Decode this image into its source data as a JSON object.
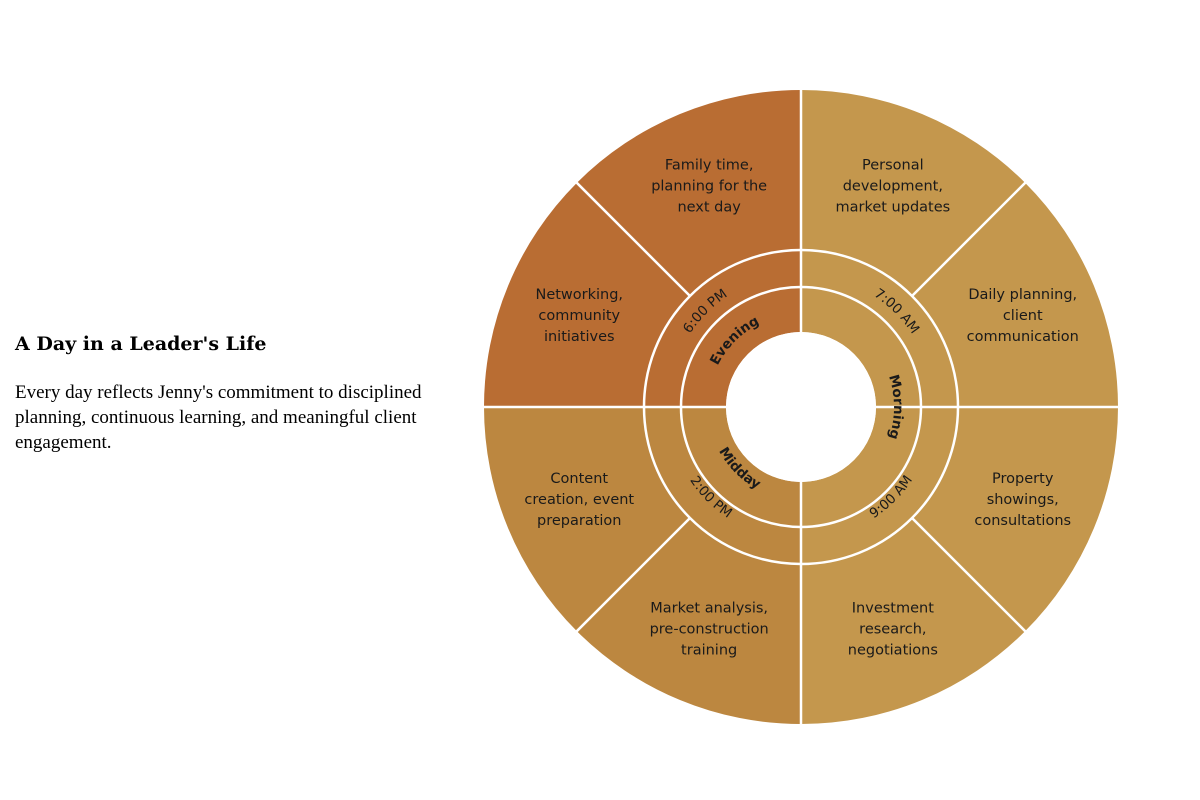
{
  "intro": {
    "title": "A Day in a Leader's Life",
    "description": "Every day reflects Jenny's commitment to disciplined planning, continuous learning, and meaningful client engagement."
  },
  "colors": {
    "morning": "#c4974d",
    "midday": "#bc8740",
    "evening": "#b96d33",
    "divider": "#ffffff",
    "text": "#1a1a1a"
  },
  "activities": [
    {
      "period": "morning",
      "lines": [
        "Personal",
        "development,",
        "market updates"
      ]
    },
    {
      "period": "morning",
      "lines": [
        "Daily planning,",
        "client",
        "communication"
      ]
    },
    {
      "period": "morning",
      "lines": [
        "Property",
        "showings,",
        "consultations"
      ]
    },
    {
      "period": "morning",
      "lines": [
        "Investment",
        "research,",
        "negotiations"
      ]
    },
    {
      "period": "midday",
      "lines": [
        "Market analysis,",
        "pre-construction",
        "training"
      ]
    },
    {
      "period": "midday",
      "lines": [
        "Content",
        "creation, event",
        "preparation"
      ]
    },
    {
      "period": "evening",
      "lines": [
        "Networking,",
        "community",
        "initiatives"
      ]
    },
    {
      "period": "evening",
      "lines": [
        "Family time,",
        "planning for the",
        "next day"
      ]
    }
  ],
  "times": [
    {
      "period": "morning",
      "label": "7:00 AM"
    },
    {
      "period": "morning",
      "label": "9:00 AM"
    },
    {
      "period": "midday",
      "label": "2:00 PM"
    },
    {
      "period": "evening",
      "label": "6:00 PM"
    }
  ],
  "periods": [
    {
      "period": "morning",
      "label": "Morning"
    },
    {
      "period": "midday",
      "label": "Midday"
    },
    {
      "period": "evening",
      "label": "Evening"
    }
  ]
}
